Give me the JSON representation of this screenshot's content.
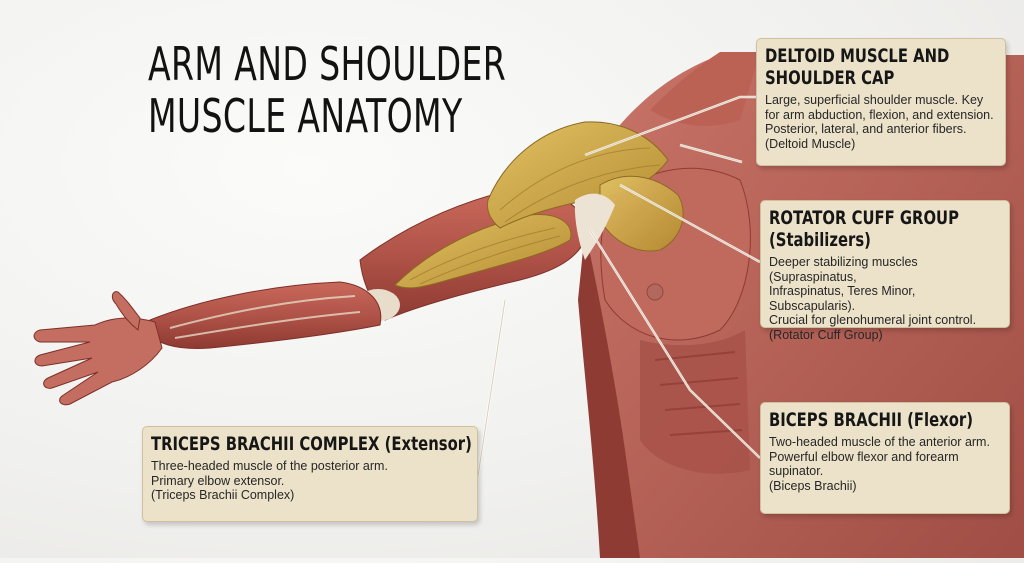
{
  "title": {
    "line1": "ARM AND SHOULDER",
    "line2": "MUSCLE ANATOMY"
  },
  "callouts": {
    "deltoid": {
      "heading1": "DELTOID MUSCLE AND",
      "heading2": "SHOULDER CAP",
      "lines": [
        "Large, superficial shoulder muscle. Key",
        "for arm abduction, flexion, and extension.",
        "Posterior, lateral, and anterior fibers.",
        "(Deltoid Muscle)"
      ]
    },
    "rotator": {
      "heading1": "ROTATOR CUFF GROUP",
      "heading2": "(Stabilizers)",
      "lines": [
        "Deeper stabilizing muscles (Supraspinatus,",
        "Infraspinatus, Teres Minor, Subscapularis).",
        "Crucial for glenohumeral joint control.",
        "(Rotator Cuff Group)"
      ]
    },
    "biceps": {
      "heading": "BICEPS BRACHII (Flexor)",
      "lines": [
        "Two-headed muscle of the anterior arm.",
        "Powerful elbow flexor and forearm",
        "supinator.",
        "(Biceps Brachii)"
      ]
    },
    "triceps": {
      "heading": "TRICEPS BRACHII COMPLEX (Extensor)",
      "lines": [
        "Three-headed muscle of the posterior arm.",
        "Primary elbow extensor.",
        "(Triceps Brachii Complex)"
      ]
    }
  },
  "colors": {
    "muscle": "#b5574b",
    "muscle_dark": "#8f3b33",
    "highlight": "#c9a442",
    "tendon": "#ece3d4",
    "callout_bg": "#ece2c9",
    "leader": "#d8cfb8"
  }
}
